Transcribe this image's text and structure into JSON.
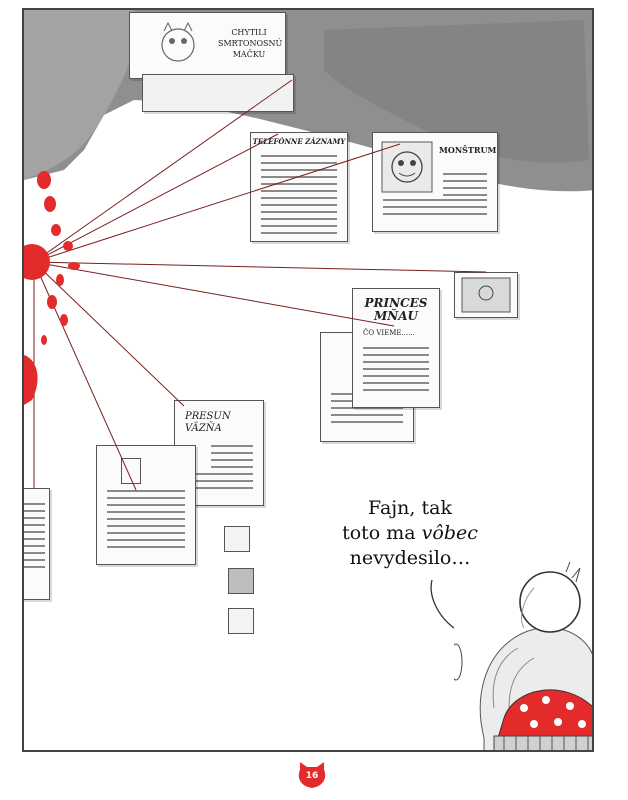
{
  "papers": {
    "top_paper_title": "CHYTILI SMRTONOSNÚ MAČKU",
    "phone_records_title": "TELEFÓNNE ZÁZNAMY",
    "monster_title": "MONŠTRUM",
    "princess_title": "PRINCES MŇAU",
    "princess_subtitle": "ČO VIEME......",
    "transfer_title": "PRESUN VÄZŇA"
  },
  "speech_bubble": {
    "line1": "Fajn, tak",
    "line2_before": "toto ma ",
    "line2_emph": "vôbec",
    "line3": "nevydesilo…"
  },
  "page_number": "16",
  "colors": {
    "red_splat": "#e32b2b",
    "string": "#7a1f1f",
    "shadow": "#8c8c8c"
  }
}
